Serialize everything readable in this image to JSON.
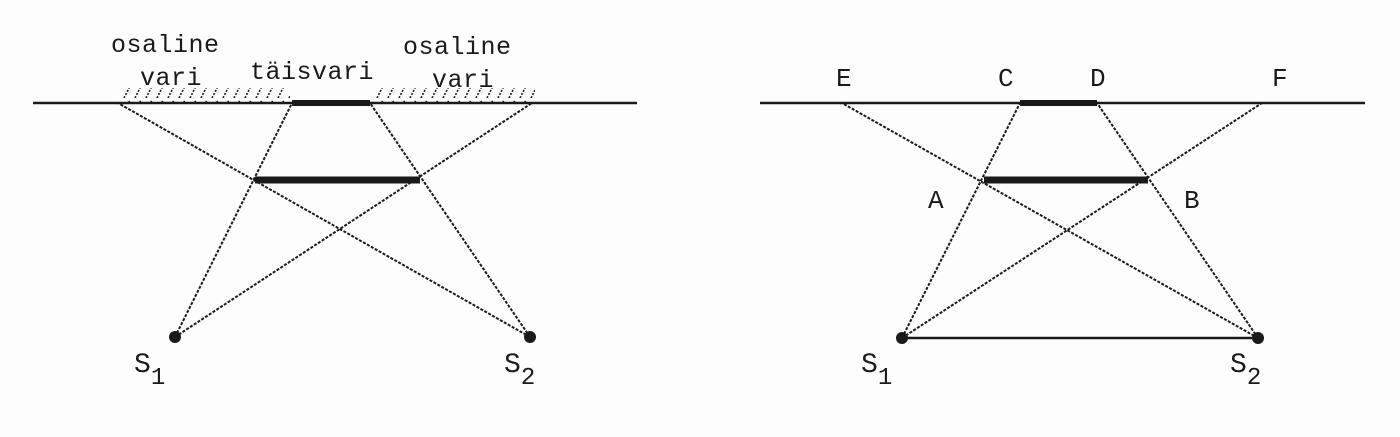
{
  "left_diagram": {
    "labels": {
      "penumbra_left_line1": "osaline",
      "penumbra_left_line2": "vari",
      "umbra": "täisvari",
      "penumbra_right_line1": "osaline",
      "penumbra_right_line2": "vari"
    },
    "sources": [
      {
        "letter": "S",
        "sub": "1"
      },
      {
        "letter": "S",
        "sub": "2"
      }
    ]
  },
  "right_diagram": {
    "points": {
      "E": "E",
      "C": "C",
      "D": "D",
      "F": "F",
      "A": "A",
      "B": "B"
    },
    "sources": [
      {
        "letter": "S",
        "sub": "1"
      },
      {
        "letter": "S",
        "sub": "2"
      }
    ]
  },
  "colors": {
    "ink": "#1a1a1a",
    "background": "#fdfdfd"
  }
}
